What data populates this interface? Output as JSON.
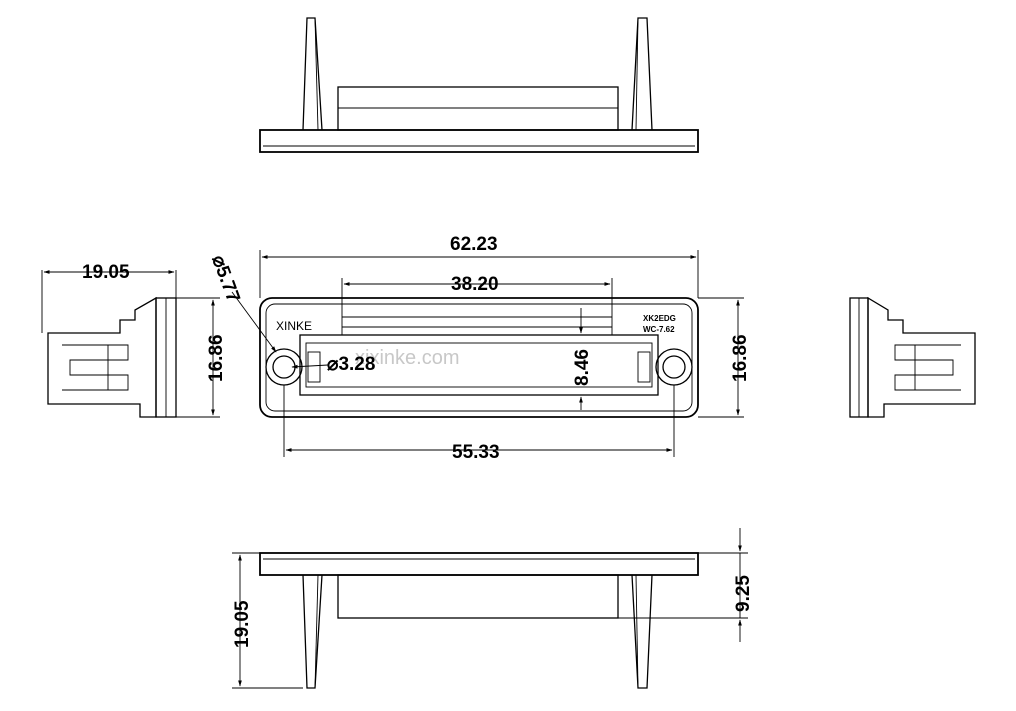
{
  "drawing": {
    "watermark": "xixinke.com",
    "part_marking": {
      "brand": "XINKE",
      "model_line1": "XK2EDG",
      "model_line2": "WC-7.62"
    },
    "dimensions": {
      "overall_length": "62.23",
      "inner_length": "38.20",
      "hole_pitch": "55.33",
      "height_left": "16.86",
      "height_right": "16.86",
      "side_depth": "19.05",
      "inner_height": "8.46",
      "flange_dia": "⌀5.77",
      "hole_dia": "⌀3.28",
      "bottom_depth": "19.05",
      "bottom_height": "9.25"
    }
  }
}
